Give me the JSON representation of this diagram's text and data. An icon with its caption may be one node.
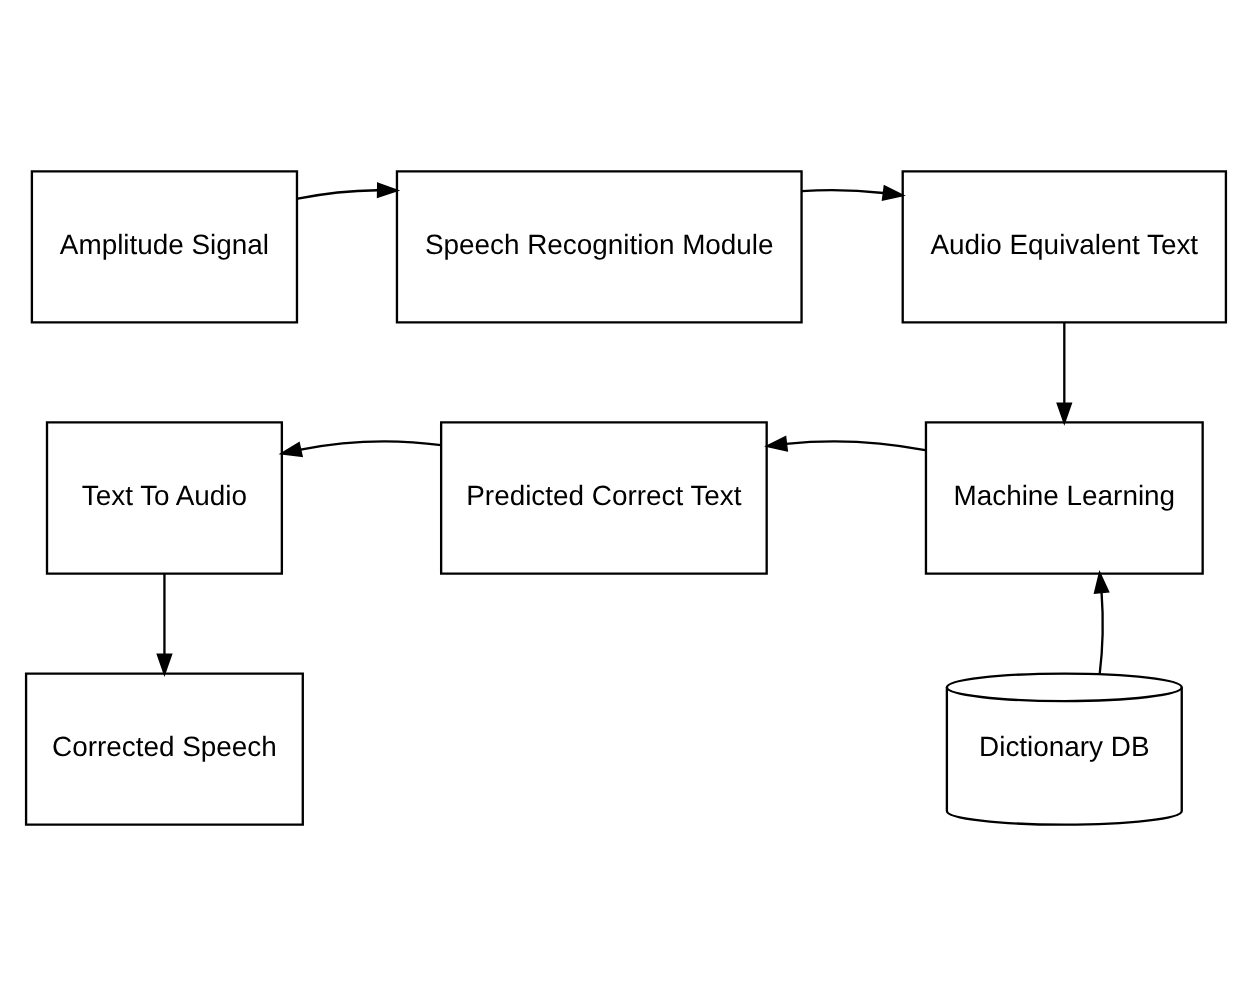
{
  "diagram": {
    "nodes": [
      {
        "text": [
          "Amplitude Signal"
        ]
      },
      {
        "text": [
          "Speech Recognition Module"
        ]
      },
      {
        "text": [
          "Audio Equivalent Text"
        ]
      },
      {
        "text": [
          "Text To Audio"
        ]
      },
      {
        "text": [
          "Predicted Correct Text"
        ]
      },
      {
        "text": [
          "Machine Learning"
        ]
      },
      {
        "text": [
          "Corrected Speech"
        ]
      },
      {
        "text": [
          "Dictionary DB"
        ]
      }
    ],
    "edges": [
      {
        "from": 0,
        "to": 1,
        "arrow": "to"
      },
      {
        "from": 1,
        "to": 2,
        "arrow": "to"
      },
      {
        "from": 2,
        "to": 5,
        "arrow": "to"
      },
      {
        "from": 5,
        "to": 4,
        "arrow": "to"
      },
      {
        "from": 4,
        "to": 3,
        "arrow": "to"
      },
      {
        "from": 3,
        "to": 6,
        "arrow": "to"
      },
      {
        "from": 7,
        "to": 5,
        "arrow": "to"
      }
    ]
  }
}
